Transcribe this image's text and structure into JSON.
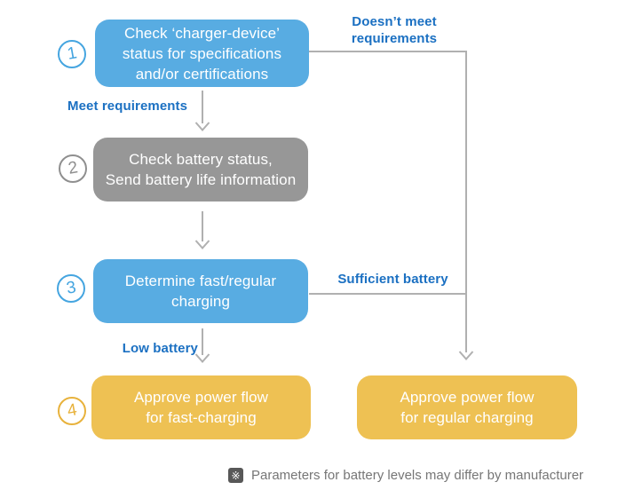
{
  "colors": {
    "box_blue": "#58ace2",
    "box_gray": "#979797",
    "box_yellow": "#eec153",
    "circle_blue": "#45a5e0",
    "circle_gold": "#e8b23c",
    "label_blue": "#1b70c2",
    "line_gray": "#b0b0b0"
  },
  "flow": {
    "steps": [
      {
        "number": "1",
        "lines": [
          "Check ‘charger-device’",
          "status for specifications",
          "and/or certifications"
        ]
      },
      {
        "number": "2",
        "lines": [
          "Check battery status,",
          "Send battery life information"
        ]
      },
      {
        "number": "3",
        "lines": [
          "Determine fast/regular",
          "charging"
        ]
      },
      {
        "number": "4",
        "lines": [
          "Approve power flow",
          "for fast-charging"
        ]
      }
    ],
    "alt_end": {
      "lines": [
        "Approve power flow",
        "for regular charging"
      ]
    },
    "edge_labels": {
      "doesnt_meet": {
        "lines": [
          "Doesn’t meet",
          "requirements"
        ]
      },
      "meet": "Meet requirements",
      "sufficient": "Sufficient battery",
      "low": "Low battery"
    }
  },
  "footnote": {
    "icon": "※",
    "text": "Parameters for battery levels may differ by manufacturer"
  }
}
